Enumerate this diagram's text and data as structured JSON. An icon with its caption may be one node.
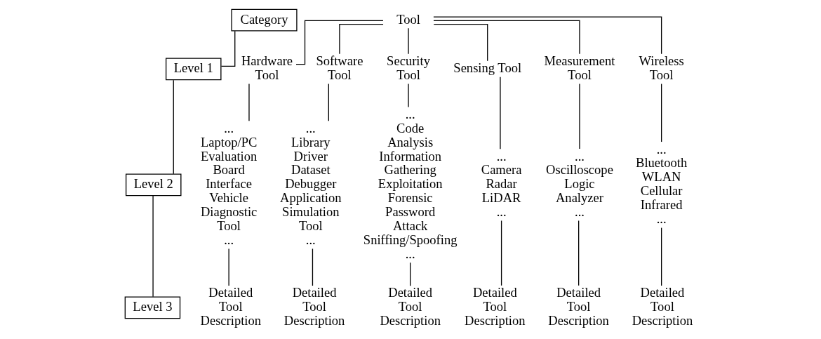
{
  "diagram": {
    "nodes": [
      {
        "text": [
          "Category"
        ]
      },
      {
        "text": [
          "Level 1"
        ]
      },
      {
        "text": [
          "Level 2"
        ]
      },
      {
        "text": [
          "Level 3"
        ]
      },
      {
        "text": [
          "Tool"
        ]
      },
      {
        "text": [
          "Hardware Tool"
        ]
      },
      {
        "text": [
          "Software Tool"
        ]
      },
      {
        "text": [
          "Security Tool"
        ]
      },
      {
        "text": [
          "Sensing Tool"
        ]
      },
      {
        "text": [
          "Measurement Tool"
        ]
      },
      {
        "text": [
          "Wireless Tool"
        ]
      },
      {
        "text": [
          "...",
          "Laptop/PC",
          "Evaluation Board",
          "Interface",
          "Vehicle Diagnostic Tool",
          "..."
        ]
      },
      {
        "text": [
          "...",
          "Library",
          "Driver",
          "Dataset",
          "Debugger",
          "Application",
          "Simulation Tool",
          "..."
        ]
      },
      {
        "text": [
          "...",
          "Code Analysis",
          "Information Gathering",
          "Exploitation",
          "Forensic",
          "Password Attack",
          "Sniffing/Spoofing",
          "..."
        ]
      },
      {
        "text": [
          "...",
          "Camera",
          "Radar",
          "LiDAR",
          "..."
        ]
      },
      {
        "text": [
          "...",
          "Oscilloscope",
          "Logic Analyzer",
          "..."
        ]
      },
      {
        "text": [
          "...",
          "Bluetooth",
          "WLAN",
          "Cellular",
          "Infrared",
          "..."
        ]
      },
      {
        "text": [
          "Detailed Tool Description"
        ]
      },
      {
        "text": [
          "Detailed Tool Description"
        ]
      },
      {
        "text": [
          "Detailed Tool Description"
        ]
      },
      {
        "text": [
          "Detailed Tool Description"
        ]
      },
      {
        "text": [
          "Detailed Tool Description"
        ]
      },
      {
        "text": [
          "Detailed Tool Description"
        ]
      }
    ],
    "edges": [
      {
        "from": 0,
        "to": 1,
        "arrow": "none"
      },
      {
        "from": 1,
        "to": 2,
        "arrow": "none"
      },
      {
        "from": 2,
        "to": 3,
        "arrow": "none"
      },
      {
        "from": 4,
        "to": 5,
        "arrow": "none"
      },
      {
        "from": 4,
        "to": 6,
        "arrow": "none"
      },
      {
        "from": 4,
        "to": 7,
        "arrow": "none"
      },
      {
        "from": 4,
        "to": 8,
        "arrow": "none"
      },
      {
        "from": 4,
        "to": 9,
        "arrow": "none"
      },
      {
        "from": 4,
        "to": 10,
        "arrow": "none"
      },
      {
        "from": 5,
        "to": 11,
        "arrow": "none"
      },
      {
        "from": 6,
        "to": 12,
        "arrow": "none"
      },
      {
        "from": 7,
        "to": 13,
        "arrow": "none"
      },
      {
        "from": 8,
        "to": 14,
        "arrow": "none"
      },
      {
        "from": 9,
        "to": 15,
        "arrow": "none"
      },
      {
        "from": 10,
        "to": 16,
        "arrow": "none"
      },
      {
        "from": 11,
        "to": 17,
        "arrow": "none"
      },
      {
        "from": 12,
        "to": 18,
        "arrow": "none"
      },
      {
        "from": 13,
        "to": 19,
        "arrow": "none"
      },
      {
        "from": 14,
        "to": 20,
        "arrow": "none"
      },
      {
        "from": 15,
        "to": 21,
        "arrow": "none"
      },
      {
        "from": 16,
        "to": 22,
        "arrow": "none"
      }
    ]
  }
}
